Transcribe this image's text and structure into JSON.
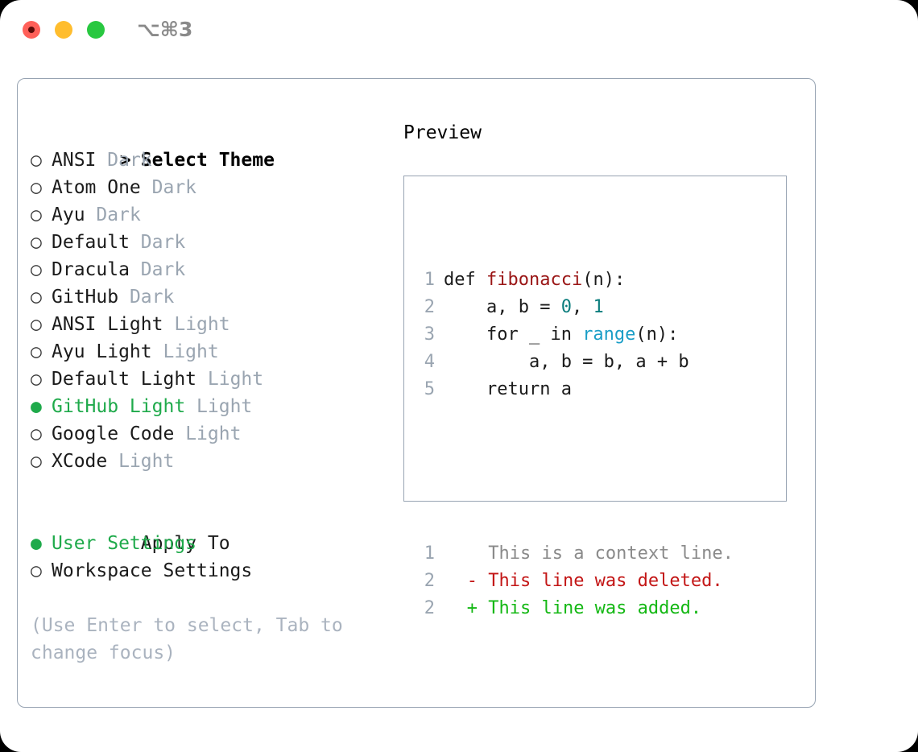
{
  "window": {
    "shortcut": "⌥⌘3",
    "traffic_lights": [
      "close-red",
      "minimize-yellow",
      "maximize-green"
    ]
  },
  "theme_picker": {
    "header_marker": ">",
    "header_label": "Select Theme",
    "selected_marker": "●",
    "unselected_marker": "○",
    "selected_color": "#1faa4b",
    "items": [
      {
        "name": "ANSI",
        "variant": "Dark",
        "selected": false
      },
      {
        "name": "Atom One",
        "variant": "Dark",
        "selected": false
      },
      {
        "name": "Ayu",
        "variant": "Dark",
        "selected": false
      },
      {
        "name": "Default",
        "variant": "Dark",
        "selected": false
      },
      {
        "name": "Dracula",
        "variant": "Dark",
        "selected": false
      },
      {
        "name": "GitHub",
        "variant": "Dark",
        "selected": false
      },
      {
        "name": "ANSI Light",
        "variant": "Light",
        "selected": false
      },
      {
        "name": "Ayu Light",
        "variant": "Light",
        "selected": false
      },
      {
        "name": "Default Light",
        "variant": "Light",
        "selected": false
      },
      {
        "name": "GitHub Light",
        "variant": "Light",
        "selected": true
      },
      {
        "name": "Google Code",
        "variant": "Light",
        "selected": false
      },
      {
        "name": "XCode",
        "variant": "Light",
        "selected": false
      }
    ]
  },
  "apply_to": {
    "header_label": "Apply To",
    "items": [
      {
        "name": "User Settings",
        "selected": true
      },
      {
        "name": "Workspace Settings",
        "selected": false
      }
    ]
  },
  "hint": {
    "text": "(Use Enter to select, Tab to change focus)"
  },
  "preview": {
    "title": "Preview",
    "code_lines": [
      {
        "no": "1",
        "tokens": [
          {
            "t": "def ",
            "k": "plain"
          },
          {
            "t": "fibonacci",
            "k": "func"
          },
          {
            "t": "(n):",
            "k": "plain"
          }
        ]
      },
      {
        "no": "2",
        "tokens": [
          {
            "t": "    a, b = ",
            "k": "plain"
          },
          {
            "t": "0",
            "k": "num"
          },
          {
            "t": ", ",
            "k": "plain"
          },
          {
            "t": "1",
            "k": "num"
          }
        ]
      },
      {
        "no": "3",
        "tokens": [
          {
            "t": "    for _ in ",
            "k": "plain"
          },
          {
            "t": "range",
            "k": "builtin"
          },
          {
            "t": "(n):",
            "k": "plain"
          }
        ]
      },
      {
        "no": "4",
        "tokens": [
          {
            "t": "        a, b = b, a + b",
            "k": "plain"
          }
        ]
      },
      {
        "no": "5",
        "tokens": [
          {
            "t": "    return a",
            "k": "plain"
          }
        ]
      }
    ],
    "diff_lines": [
      {
        "no": "1",
        "sign": " ",
        "text": "This is a context line.",
        "kind": "context"
      },
      {
        "no": "2",
        "sign": "-",
        "text": "This line was deleted.",
        "kind": "deleted"
      },
      {
        "no": "2",
        "sign": "+",
        "text": "This line was added.",
        "kind": "added"
      }
    ]
  }
}
